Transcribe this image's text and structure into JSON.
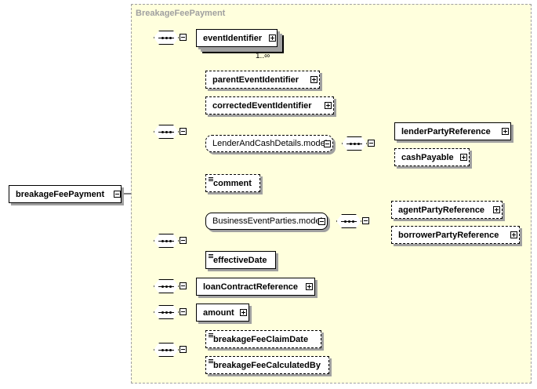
{
  "diagram": {
    "type_name": "BreakageFeePayment",
    "root": "breakageFeePayment",
    "event_identifier": "eventIdentifier",
    "event_identifier_cardinality": "1..∞",
    "parent_event_identifier": "parentEventIdentifier",
    "corrected_event_identifier": "correctedEventIdentifier",
    "lender_cash_group": "LenderAndCashDetails.model",
    "lender_party_reference": "lenderPartyReference",
    "cash_payable": "cashPayable",
    "comment": "comment",
    "business_parties_group": "BusinessEventParties.model",
    "agent_party_reference": "agentPartyReference",
    "borrower_party_reference": "borrowerPartyReference",
    "effective_date": "effectiveDate",
    "loan_contract_reference": "loanContractReference",
    "amount": "amount",
    "breakage_fee_claim_date": "breakageFeeClaimDate",
    "breakage_fee_calculated_by": "breakageFeeCalculatedBy"
  }
}
